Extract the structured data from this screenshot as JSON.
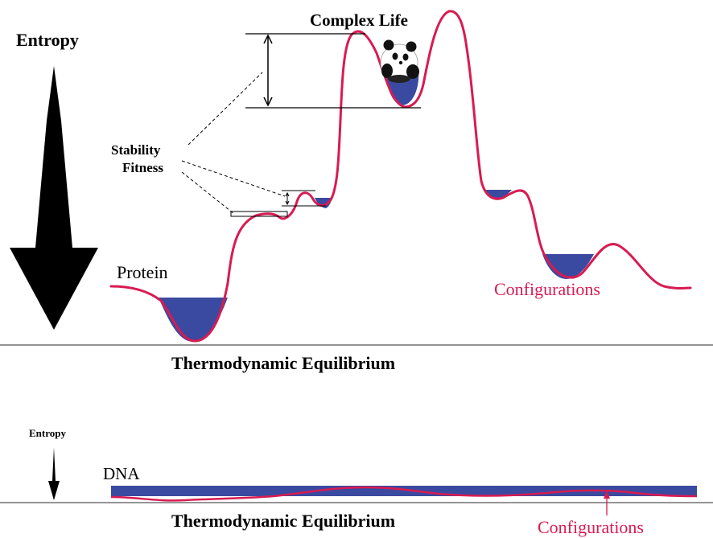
{
  "top_panel": {
    "entropy_label": "Entropy",
    "peak_label": "Complex Life",
    "measure_label_line1": "Stability",
    "measure_label_line2": "Fitness",
    "start_label": "Protein",
    "curve_label": "Configurations",
    "baseline_label": "Thermodynamic Equilibrium"
  },
  "bottom_panel": {
    "entropy_label": "Entropy",
    "start_label": "DNA",
    "baseline_label": "Thermodynamic Equilibrium",
    "curve_label": "Configurations"
  },
  "colors": {
    "curve": "#d81b52",
    "well_fill": "#3a4aa0",
    "arrow": "#000000",
    "baseline": "#555555",
    "text": "#000000"
  },
  "icons": {
    "entropy_arrow_large": "down-arrow-icon",
    "entropy_arrow_small": "down-arrow-icon",
    "organism": "panda-icon"
  }
}
